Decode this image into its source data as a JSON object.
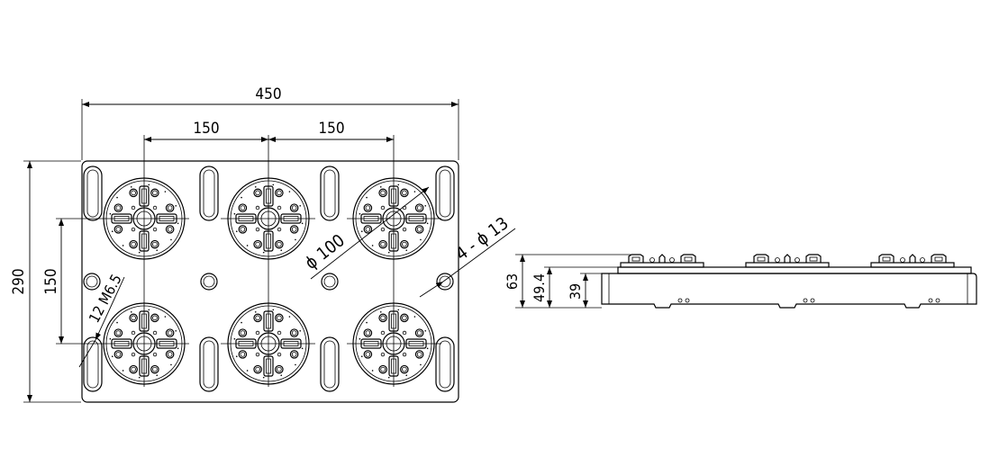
{
  "drawing": {
    "top_view": {
      "dims": {
        "overall_width": "450",
        "pitch_left": "150",
        "pitch_right": "150",
        "overall_height": "290",
        "row_pitch": "150",
        "chuck_diameter": "ϕ 100",
        "hole_callout": "4 - ϕ 13",
        "slot_callout": "12 M6.5"
      },
      "chuck_count": 6,
      "slot_count": 8
    },
    "side_view": {
      "dims": {
        "total_height": "63",
        "mid_height": "49.4",
        "base_height": "39"
      }
    }
  }
}
